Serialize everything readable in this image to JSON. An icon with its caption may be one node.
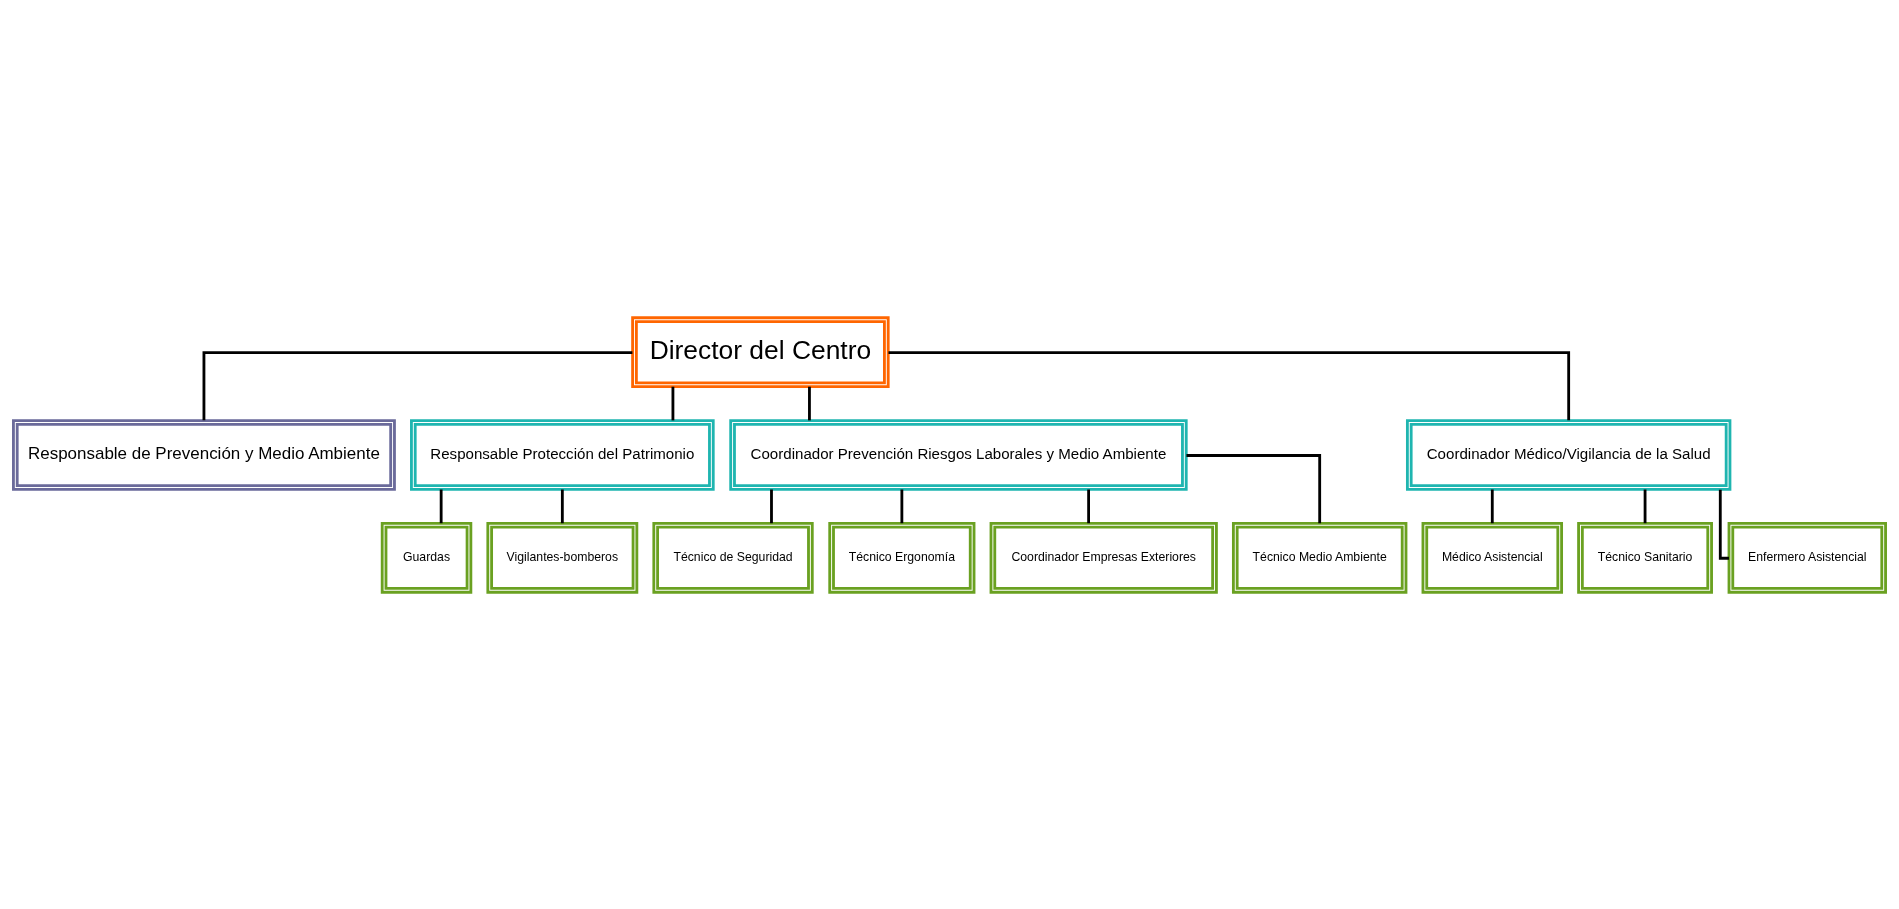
{
  "diagram": {
    "nodes": [
      {
        "text": [
          "Director del Centro"
        ]
      },
      {
        "text": [
          "Responsable de Prevención y Medio Ambiente"
        ]
      },
      {
        "text": [
          "Responsable Protección del Patrimonio"
        ]
      },
      {
        "text": [
          "Coordinador Prevención Riesgos Laborales y Medio Ambiente"
        ]
      },
      {
        "text": [
          "Coordinador Médico/Vigilancia de la Salud"
        ]
      },
      {
        "text": [
          "Guardas"
        ]
      },
      {
        "text": [
          "Vigilantes-bomberos"
        ]
      },
      {
        "text": [
          "Técnico de Seguridad"
        ]
      },
      {
        "text": [
          "Técnico Ergonomía"
        ]
      },
      {
        "text": [
          "Coordinador Empresas Exteriores"
        ]
      },
      {
        "text": [
          "Técnico Medio Ambiente"
        ]
      },
      {
        "text": [
          "Médico Asistencial"
        ]
      },
      {
        "text": [
          "Técnico Sanitario"
        ]
      },
      {
        "text": [
          "Enfermero Asistencial"
        ]
      }
    ],
    "edges": [
      {
        "from": 0,
        "to": 1,
        "arrow": "none"
      },
      {
        "from": 0,
        "to": 2,
        "arrow": "none"
      },
      {
        "from": 0,
        "to": 3,
        "arrow": "none"
      },
      {
        "from": 0,
        "to": 4,
        "arrow": "none"
      },
      {
        "from": 2,
        "to": 5,
        "arrow": "none"
      },
      {
        "from": 2,
        "to": 6,
        "arrow": "none"
      },
      {
        "from": 3,
        "to": 7,
        "arrow": "none"
      },
      {
        "from": 3,
        "to": 8,
        "arrow": "none"
      },
      {
        "from": 3,
        "to": 9,
        "arrow": "none"
      },
      {
        "from": 3,
        "to": 10,
        "arrow": "none"
      },
      {
        "from": 4,
        "to": 11,
        "arrow": "none"
      },
      {
        "from": 4,
        "to": 12,
        "arrow": "none"
      },
      {
        "from": 4,
        "to": 13,
        "arrow": "none"
      }
    ]
  }
}
